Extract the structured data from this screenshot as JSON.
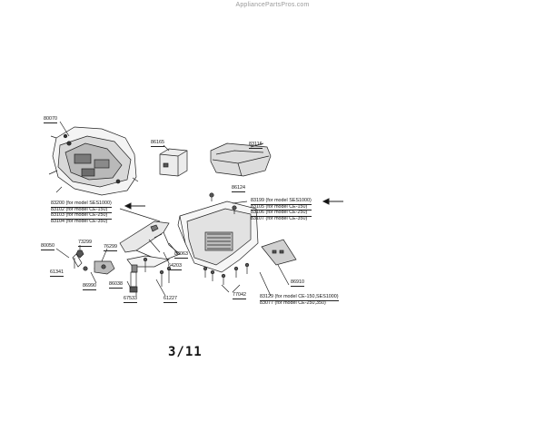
{
  "watermark": "AppliancePartsPros.com",
  "page_number": "3/11",
  "parts": {
    "p80070": "80070",
    "p86165": "86165",
    "p83116": "83116",
    "p86124": "86124",
    "p80050": "80050",
    "p73299": "73299",
    "p76299": "76299",
    "p61341": "61341",
    "p86990": "86990",
    "p86038": "86038",
    "p67533": "67533",
    "p83063": "83063",
    "p64203": "64203",
    "p61227": "61227",
    "p77042": "77042",
    "p86910": "86910"
  },
  "left_group": [
    "83200 (for model SES1000)",
    "83102 (for model CE-150)",
    "83103 (for model CE-250)",
    "83104 (for model CE-350)"
  ],
  "right_group": [
    "83199 (for model SES1000)",
    "83105 (for model CE-150)",
    "83106 (for model CE-250)",
    "83107 (for model CE-350)"
  ],
  "bottom_group": [
    "83129 (for model CE-150,SES1000)",
    "83077 (for model CE-250,350)"
  ]
}
